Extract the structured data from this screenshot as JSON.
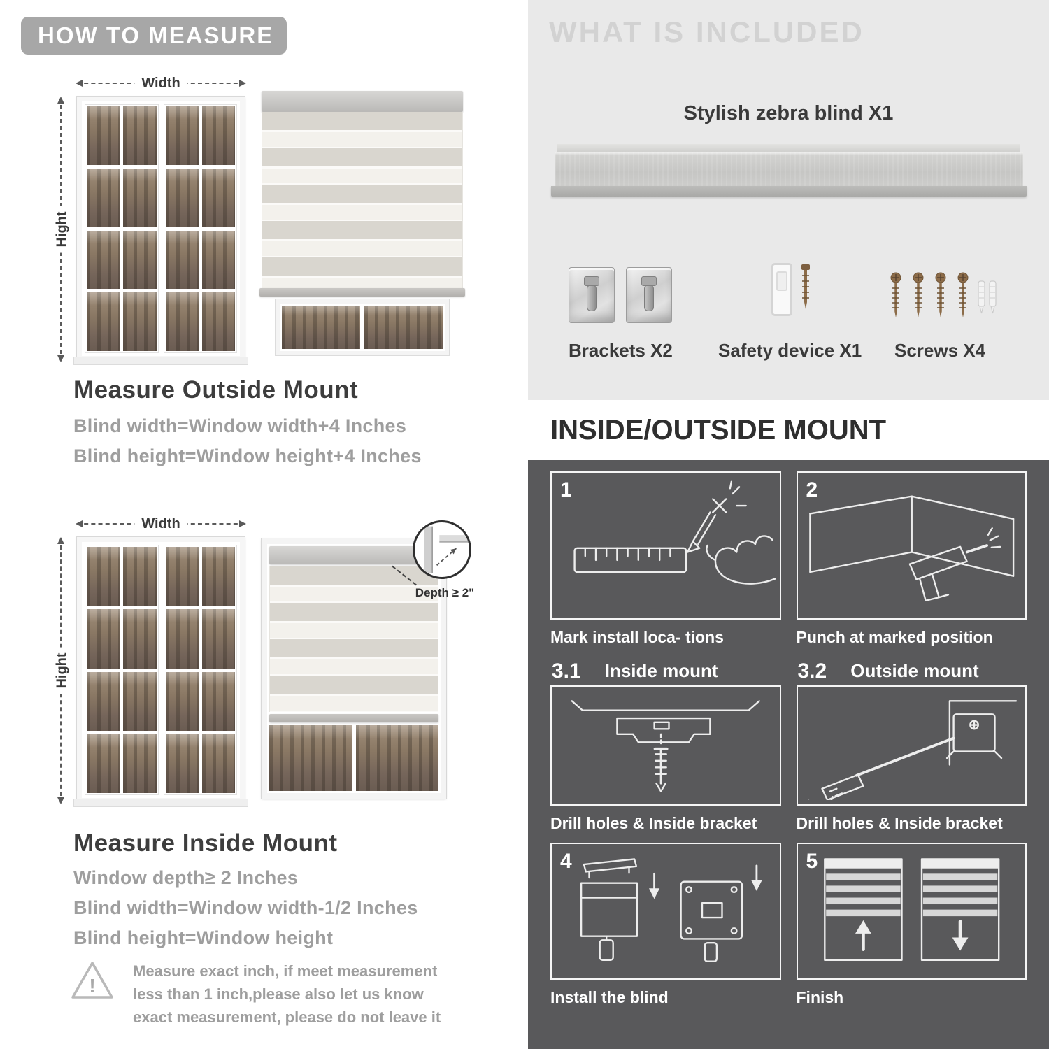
{
  "colors": {
    "banner_bg": "#a7a7a7",
    "heading": "#3d3d3d",
    "body_text": "#9e9e9e",
    "included_bg": "#e9e9e9",
    "dark_bg": "#59595b"
  },
  "measure": {
    "header": "HOW TO MEASURE",
    "width_label": "Width",
    "height_label": "Hight",
    "outside": {
      "title": "Measure Outside Mount",
      "lines": [
        "Blind width=Window width+4 Inches",
        "Blind height=Window height+4 Inches"
      ]
    },
    "inside": {
      "depth_callout": "Depth ≥ 2\"",
      "title": "Measure Inside Mount",
      "lines": [
        "Window depth≥ 2 Inches",
        "Blind width=Window width-1/2 Inches",
        "Blind height=Window height"
      ]
    },
    "warning": {
      "mark": "!",
      "text": "Measure exact inch, if meet measurement less than 1 inch,please also let us know exact measurement, please do not leave it"
    }
  },
  "included": {
    "header": "WHAT IS INCLUDED",
    "blind_label": "Stylish zebra blind X1",
    "items": [
      {
        "label": "Brackets X2"
      },
      {
        "label": "Safety device X1"
      },
      {
        "label": "Screws X4"
      }
    ]
  },
  "mount": {
    "header": "INSIDE/OUTSIDE MOUNT",
    "steps": [
      {
        "num": "1",
        "sub": "",
        "caption": "Mark install loca- tions"
      },
      {
        "num": "2",
        "sub": "",
        "caption": "Punch at  marked position"
      },
      {
        "num": "3.1",
        "sub": "Inside mount",
        "caption": "Drill holes &  Inside bracket"
      },
      {
        "num": "3.2",
        "sub": "Outside mount",
        "caption": "Drill holes &  Inside bracket"
      },
      {
        "num": "4",
        "sub": "",
        "caption": "Install the blind"
      },
      {
        "num": "5",
        "sub": "",
        "caption": "Finish"
      }
    ]
  }
}
